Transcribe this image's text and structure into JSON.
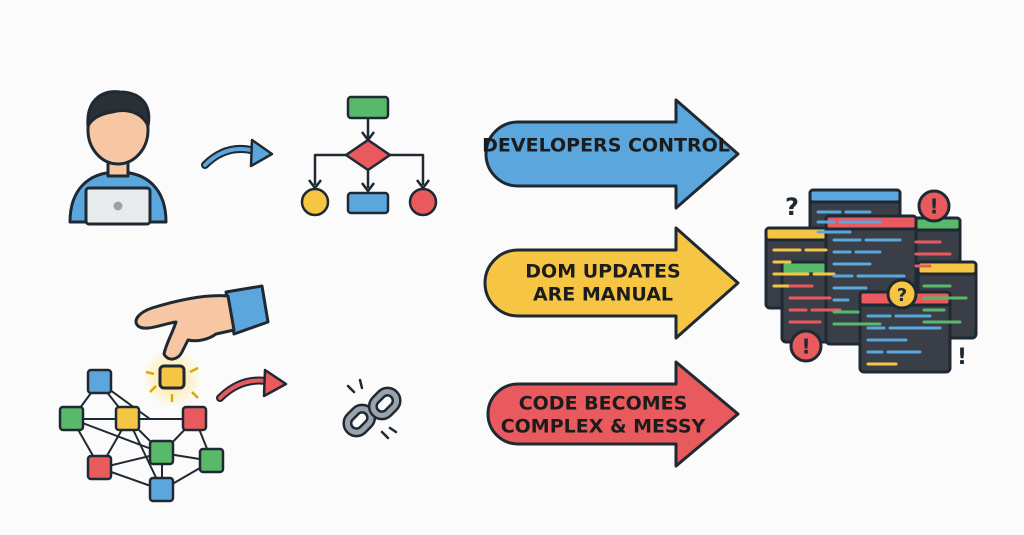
{
  "arrows": [
    {
      "lines": [
        "DEVELOPERS CONTROL"
      ],
      "fill": "#5ba7dd"
    },
    {
      "lines": [
        "DOM UPDATES",
        "ARE MANUAL"
      ],
      "fill": "#f7c544"
    },
    {
      "lines": [
        "CODE BECOMES",
        "COMPLEX & MESSY"
      ],
      "fill": "#e95a5e"
    }
  ],
  "icons": {
    "developer": "developer-at-laptop-icon",
    "flowchart": "flowchart-icon",
    "hand": "hand-moving-node-icon",
    "network": "node-network-icon",
    "chain": "broken-chain-link-icon",
    "windows": "messy-code-windows-icon"
  },
  "glyphs": {
    "question": "?",
    "exclaim": "!"
  },
  "colors": {
    "outline": "#1f2933",
    "blue": "#5ba7dd",
    "yellow": "#f7c544",
    "red": "#e95a5e",
    "green": "#59b96a",
    "dark": "#3a3f47"
  }
}
